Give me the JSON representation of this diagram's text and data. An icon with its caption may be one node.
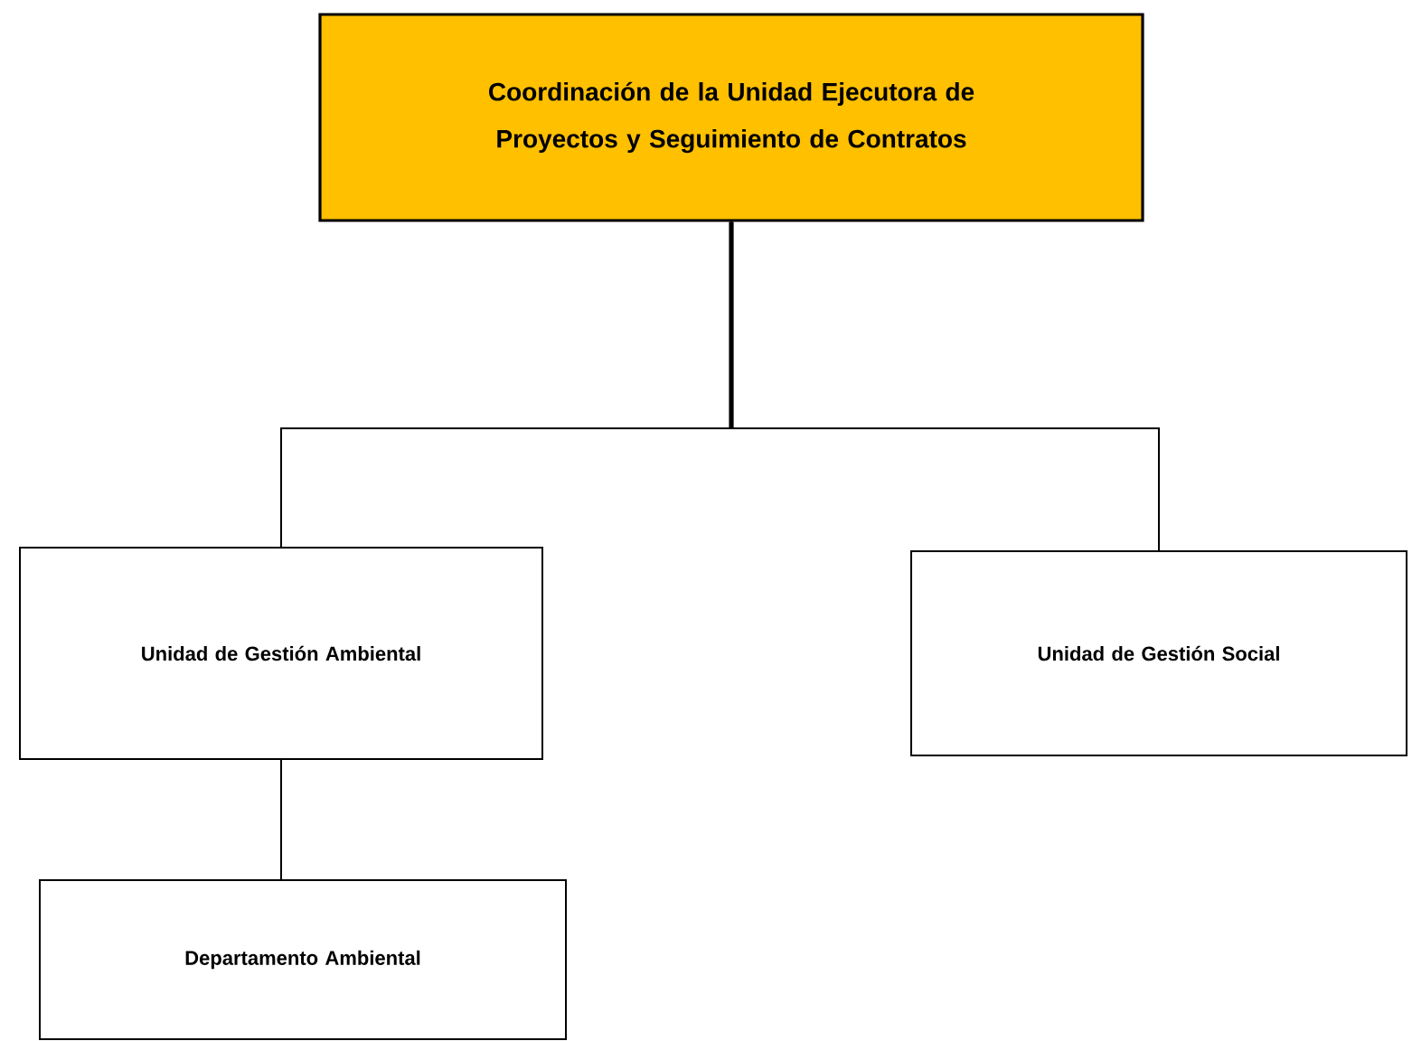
{
  "diagram": {
    "nodes": [
      {
        "text": [
          "Coordinación de la Unidad Ejecutora de Proyectos y Seguimiento de Contratos"
        ]
      },
      {
        "text": [
          "Unidad de Gestión Ambiental"
        ]
      },
      {
        "text": [
          "Unidad de Gestión Social"
        ]
      },
      {
        "text": [
          "Departamento Ambiental"
        ]
      }
    ],
    "edges": [
      {
        "from": 0,
        "to": 1,
        "arrow": "none"
      },
      {
        "from": 0,
        "to": 2,
        "arrow": "none"
      },
      {
        "from": 1,
        "to": 3,
        "arrow": "none"
      }
    ]
  }
}
